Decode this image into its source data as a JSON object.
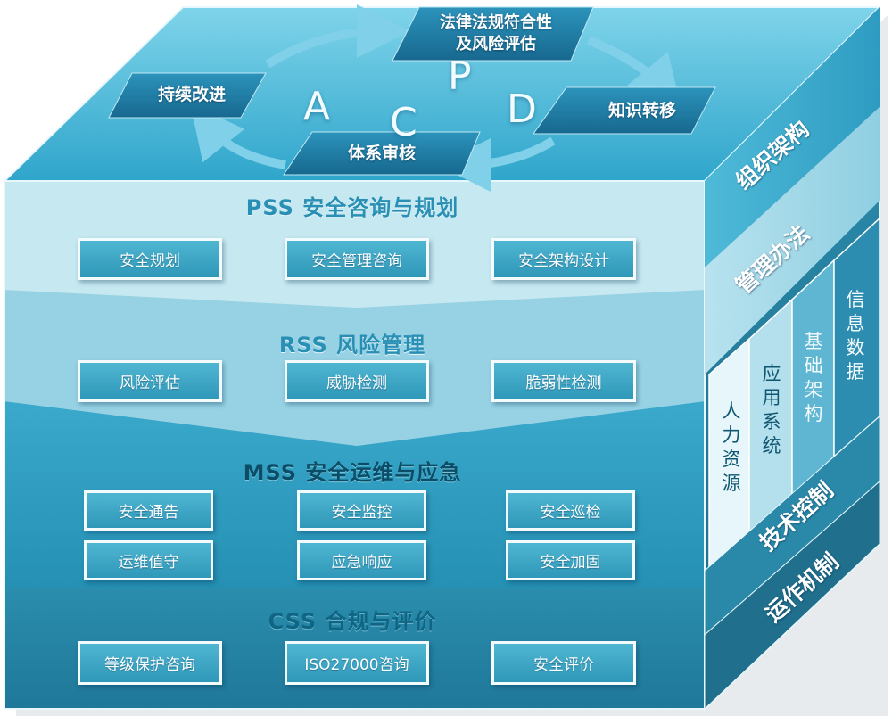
{
  "pdca": {
    "nodes": {
      "legal_line1": "法律法规符合性",
      "legal_line2": "及风险评估",
      "knowledge": "知识转移",
      "audit": "体系审核",
      "improve": "持续改进"
    },
    "letters": {
      "p": "P",
      "d": "D",
      "c": "C",
      "a": "A"
    }
  },
  "sections": {
    "pss": {
      "title": "PSS 安全咨询与规划",
      "items": [
        "安全规划",
        "安全管理咨询",
        "安全架构设计"
      ]
    },
    "rss": {
      "title": "RSS 风险管理",
      "items": [
        "风险评估",
        "威胁检测",
        "脆弱性检测"
      ]
    },
    "mss": {
      "title": "MSS 安全运维与应急",
      "items": [
        "安全通告",
        "安全监控",
        "安全巡检",
        "运维值守",
        "应急响应",
        "安全加固"
      ]
    },
    "css": {
      "title": "CSS 合规与评价",
      "items": [
        "等级保护咨询",
        "ISO27000咨询",
        "安全评价"
      ]
    }
  },
  "side": {
    "org": "组织架构",
    "mgmt": "管理办法",
    "tech": "技术控制",
    "ops": "运作机制",
    "columns": [
      "人力资源",
      "应用系统",
      "基础架构",
      "信息数据"
    ]
  },
  "colors": {
    "top_face": "#3fb6d8",
    "band_pss": "#c2e6ef",
    "band_rss": "#92d0e2",
    "band_mss": "#2c9dc0",
    "band_css": "#2683a3",
    "side_face": "#2f8fae",
    "box_fill": "#3da6c6",
    "pdca_shape": "#1f7fa6"
  }
}
